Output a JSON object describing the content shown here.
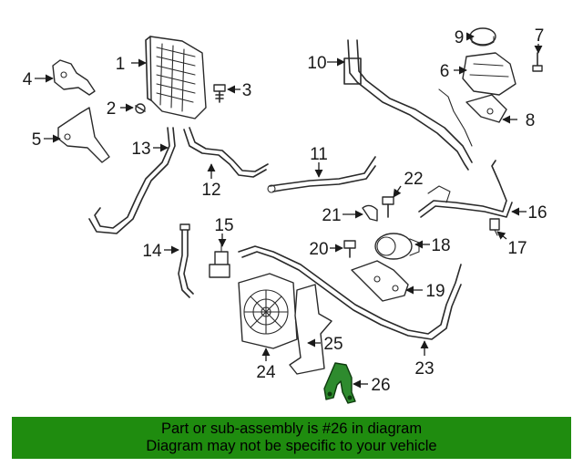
{
  "diagram": {
    "callouts": [
      "1",
      "2",
      "3",
      "4",
      "5",
      "6",
      "7",
      "8",
      "9",
      "10",
      "11",
      "12",
      "13",
      "14",
      "15",
      "16",
      "17",
      "18",
      "19",
      "20",
      "21",
      "22",
      "23",
      "24",
      "25",
      "26"
    ],
    "highlighted_part": "26",
    "highlight_color": "#2e8b2e"
  },
  "banner": {
    "line1": "Part or sub-assembly is #26 in diagram",
    "line2": "Diagram may not be specific to your vehicle",
    "background": "#1f8c0f"
  }
}
